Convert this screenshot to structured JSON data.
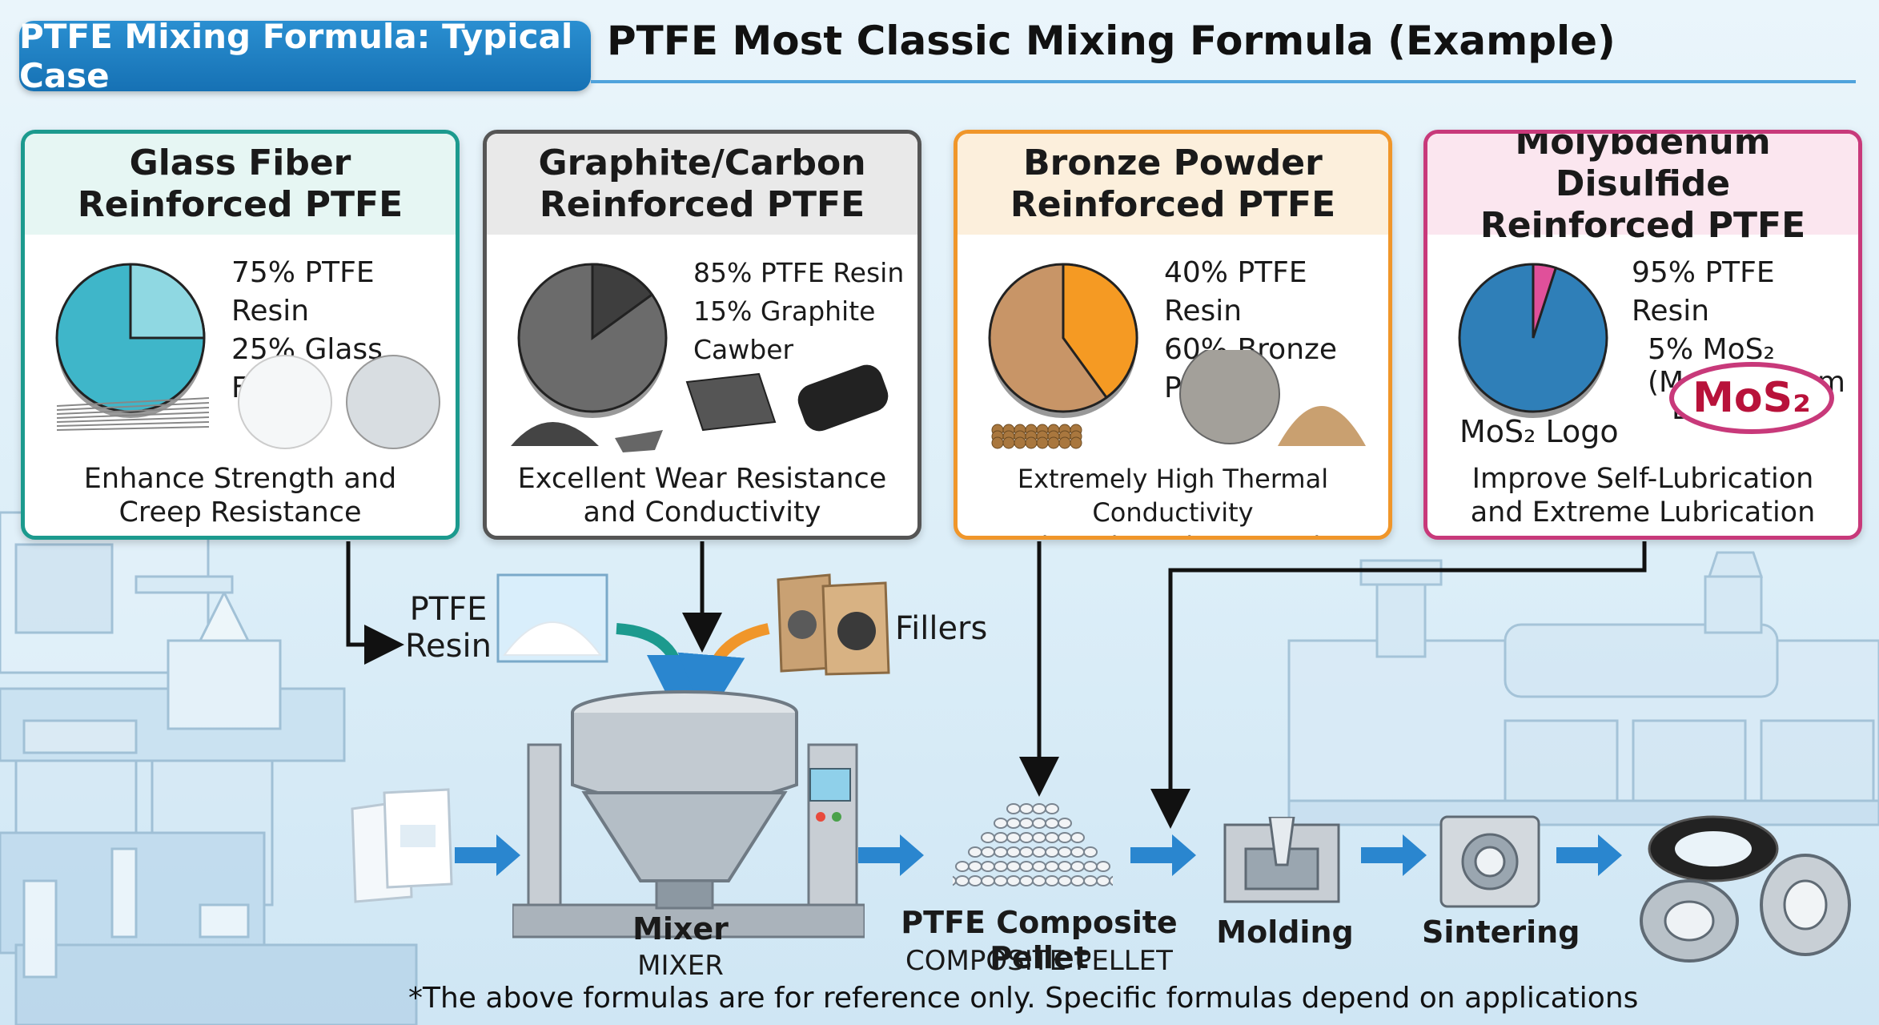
{
  "header": {
    "tag": "PTFE Mixing Formula: Typical Case",
    "title": "PTFE Most Classic Mixing Formula (Example)"
  },
  "cards": [
    {
      "title1": "Glass Fiber",
      "title2": "Reinforced PTFE",
      "line1": "75% PTFE Resin",
      "line2": "25% Glass Fiber",
      "line3": "",
      "line4": "",
      "foot1": "Enhance Strength and",
      "foot2": "Creep Resistance",
      "color": "#1c9a8e",
      "head_bg": "#e6f6f3",
      "pie_main": "#3fb6c9",
      "pie_slice": "#8fd8e2",
      "slice_pct": 25
    },
    {
      "title1": "Graphite/Carbon",
      "title2": "Reinforced PTFE",
      "line1": "85% PTFE Resin",
      "line2": "15% Graphite Cawber",
      "line3": "",
      "line4": "",
      "foot1": "Excellent Wear Resistance",
      "foot2": "and Conductivity",
      "color": "#555555",
      "head_bg": "#e9e9e9",
      "pie_main": "#6b6b6b",
      "pie_slice": "#3e3e3e",
      "slice_pct": 15
    },
    {
      "title1": "Bronze Powder",
      "title2": "Reinforced PTFE",
      "line1": "40% PTFE Resin",
      "line2": "60% Bronze Powder",
      "line3": "",
      "line4": "",
      "foot1": "Extremely High Thermal Conductivity",
      "foot2": "and Load-Bearing Capacity",
      "color": "#f0962a",
      "head_bg": "#fcefdc",
      "pie_main": "#c89567",
      "pie_slice": "#f59a23",
      "slice_pct": 40
    },
    {
      "title1": "Molybdenum Disulfide",
      "title2": "Reinforced PTFE",
      "line1": "95% PTFE Resin",
      "line2": "5% MoS₂",
      "line3": "(Molybdenum",
      "line4": "Disulfide)",
      "foot1": "Improve Self-Lubrication",
      "foot2": "and Extreme Lubrication",
      "color": "#c8397a",
      "head_bg": "#fbe6ef",
      "pie_main": "#2f7fb8",
      "pie_slice": "#e0509a",
      "slice_pct": 5
    }
  ],
  "mos2": {
    "logo_caption": "MoS₂ Logo",
    "logo_text": "MoS₂"
  },
  "inputs": {
    "resin_line1": "PTFE",
    "resin_line2": "Resin",
    "fillers": "Fillers"
  },
  "process": {
    "mixer_label": "Mixer",
    "mixer_sub": "MIXER",
    "pellet_label": "PTFE Composite Pellet",
    "pellet_sub": "COMPOSITE PELLET",
    "molding": "Molding",
    "sintering": "Sintering"
  },
  "footnote": "*The above formulas are for reference only. Specific formulas depend on applications",
  "colors": {
    "arrow_blue": "#2a86cf",
    "accent": "#1671b4"
  }
}
